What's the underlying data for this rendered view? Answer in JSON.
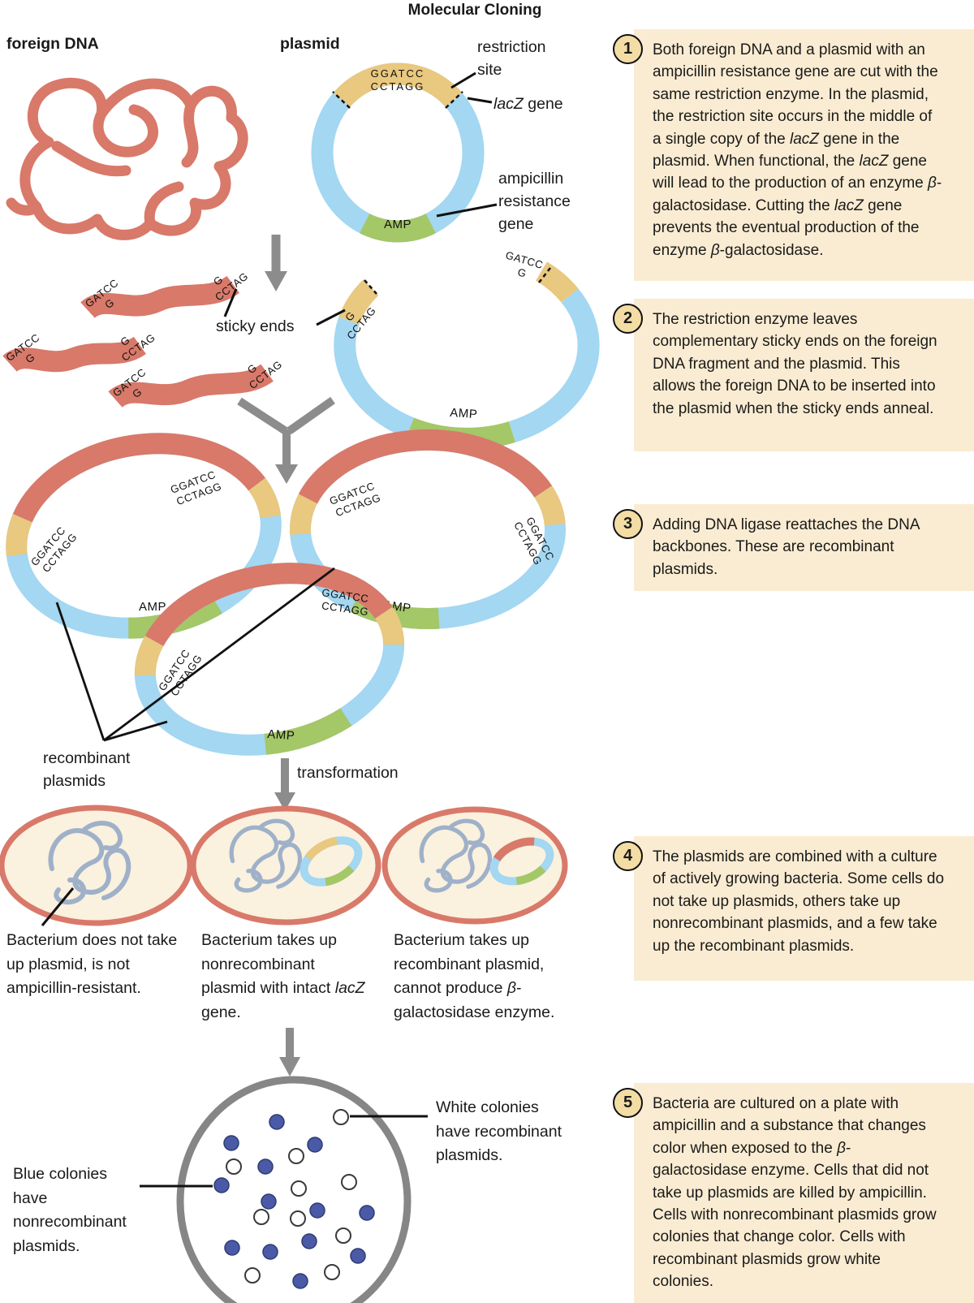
{
  "title": "Molecular Cloning",
  "labels": {
    "foreign_dna": "foreign DNA",
    "plasmid": "plasmid",
    "restriction_l1": "restriction",
    "restriction_l2": "site",
    "lacz_it": "lacZ",
    "lacz_rest": " gene",
    "amp_l1": "ampicillin",
    "amp_l2": "resistance",
    "amp_l3": "gene",
    "sticky_ends": "sticky ends",
    "recomb_l1": "recombinant",
    "recomb_l2": "plasmids",
    "transformation": "transformation"
  },
  "seq": {
    "ggatcc": "GGATCC",
    "cctagg": "CCTAGG",
    "gatcc": "GATCC",
    "ctag": "CCTAG",
    "g": "G",
    "amp": "AMP"
  },
  "steps": {
    "s1": {
      "num": "1",
      "t0": "Both foreign DNA and a plasmid with an ampicillin resistance gene are cut with the same restriction enzyme. In the plasmid, the restriction site occurs in the middle of a single copy of the ",
      "t1": "lacZ",
      "t2": " gene in the plasmid. When functional, the ",
      "t3": "lacZ",
      "t4": " gene will lead to the production of an enzyme ",
      "t5": "β",
      "t6": "-galactosidase. Cutting the ",
      "t7": "lacZ",
      "t8": " gene prevents the eventual production of the enzyme ",
      "t9": "β",
      "t10": "-galactosidase."
    },
    "s2": {
      "num": "2",
      "t0": "The restriction enzyme leaves complementary sticky ends on the foreign DNA fragment and the plasmid. This allows the foreign DNA to be inserted into the plasmid when the sticky ends anneal."
    },
    "s3": {
      "num": "3",
      "t0": "Adding DNA ligase reattaches the DNA backbones. These are recombinant plasmids."
    },
    "s4": {
      "num": "4",
      "t0": "The plasmids are combined with a culture of actively growing bacteria. Some cells do not take up plasmids, others take up nonrecombinant plasmids, and a few take up the recombinant plasmids."
    },
    "s5": {
      "num": "5",
      "t0": "Bacteria are cultured on a plate with ampicillin and a substance that changes color when exposed to the ",
      "t1": "β",
      "t2": "-galactosidase enzyme. Cells that did not take up plasmids are killed by ampicillin. Cells with nonrecombinant plasmids grow colonies that change color. Cells with recombinant plasmids grow white colonies."
    }
  },
  "captions": {
    "c1": "Bacterium does not take up plasmid, is not ampicillin-resistant.",
    "c2_pre": "Bacterium takes up nonrecombinant plasmid with intact ",
    "c2_it": "lacZ",
    "c2_post": " gene.",
    "c3_pre": "Bacterium takes up recombinant plasmid, cannot produce ",
    "c3_it": "β",
    "c3_post": "-galactosidase enzyme."
  },
  "petri": {
    "white_l1": "White colonies",
    "white_l2": "have recombinant",
    "white_l3": "plasmids.",
    "blue_l1": "Blue colonies",
    "blue_l2": "have",
    "blue_l3": "nonrecombinant",
    "blue_l4": "plasmids.",
    "blue_count": 13,
    "white_count": 10
  },
  "colors": {
    "dna_red": "#d8796a",
    "plasmid_blue": "#a3d7f2",
    "restriction_tan": "#e9c87f",
    "amp_green": "#a4c768",
    "box_bg": "#faecd2",
    "badge_bg": "#f3dda4",
    "arrow_gray": "#8c8c8c",
    "chromosome_gray_blue": "#9fb1c9",
    "colony_blue": "#4a5aa6",
    "dish_gray": "#868686"
  }
}
